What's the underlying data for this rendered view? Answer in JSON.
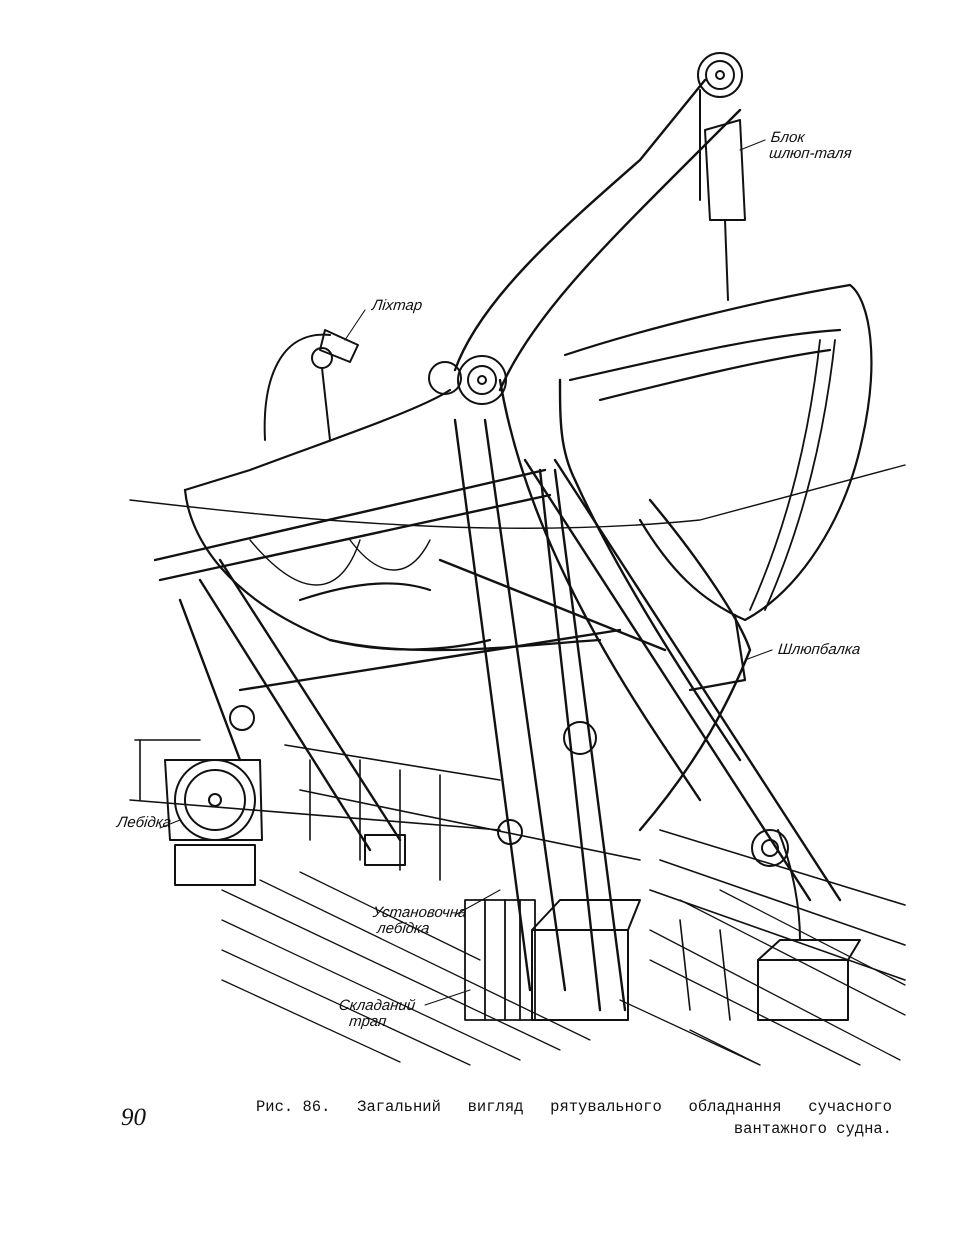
{
  "figure": {
    "labels": {
      "block": "Блок",
      "block_sub": "шлюп-таля",
      "lamp": "Ліхтар",
      "davit": "Шлюпбалка",
      "winch": "Лебідка",
      "setting_winch_1": "Установочна",
      "setting_winch_2": "лебідка",
      "ladder_1": "Складаний",
      "ladder_2": "трап"
    }
  },
  "caption": {
    "words": [
      "Рис. 86.",
      "Загальний",
      "вигляд",
      "рятувального",
      "обладнання",
      "сучасного"
    ],
    "line2": "вантажного судна."
  },
  "page_number": "90"
}
